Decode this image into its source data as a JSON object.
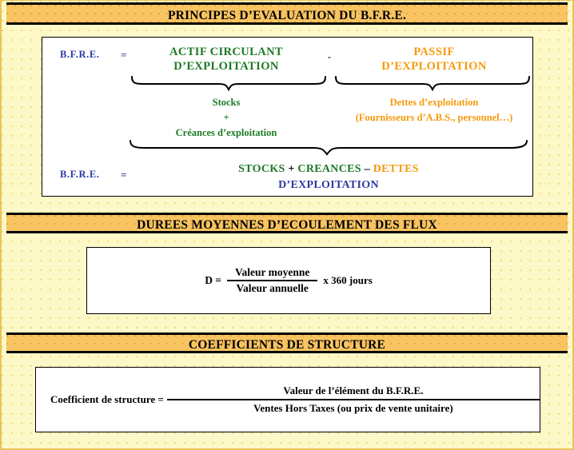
{
  "colors": {
    "band_bg": "#F8C462",
    "page_bg": "#FCF8C8",
    "navy": "#2B3B9E",
    "green": "#1C7A25",
    "orange": "#F59A0B",
    "black": "#000000",
    "panel_bg": "#FFFFFF",
    "border": "#E8C35A"
  },
  "sections": [
    {
      "id": "principes",
      "title": "PRINCIPES D’EVALUATION DU B.F.R.E."
    },
    {
      "id": "durees",
      "title": "DUREES MOYENNES D’ECOULEMENT DES FLUX"
    },
    {
      "id": "coefficients",
      "title": "COEFFICIENTS DE STRUCTURE"
    }
  ],
  "diagram": {
    "row1": {
      "label": "B.F.R.E.",
      "equals": "=",
      "left_term_line1": "ACTIF CIRCULANT",
      "left_term_line2": "D’EXPLOITATION",
      "operator": "-",
      "right_term_line1": "PASSIF",
      "right_term_line2": "D’EXPLOITATION"
    },
    "row2": {
      "left_detail_line1": "Stocks",
      "left_detail_line2": "+",
      "left_detail_line3": "Créances d’exploitation",
      "right_detail_line1": "Dettes d’exploitation",
      "right_detail_line2": "(Fournisseurs d’A.B.S., personnel…)"
    },
    "row3": {
      "label": "B.F.R.E.",
      "equals": "=",
      "part_stocks": "STOCKS",
      "part_plus": " + ",
      "part_creances": "CREANCES",
      "part_minus": " – ",
      "part_dettes": "DETTES",
      "line2": "D’EXPLOITATION"
    }
  },
  "formula_durees": {
    "lhs": "D =",
    "numerator": "Valeur moyenne",
    "denominator": "Valeur annuelle",
    "suffix": "x 360 jours"
  },
  "formula_coefficients": {
    "lhs": "Coefficient de structure  =",
    "numerator": "Valeur de l’élément du B.F.R.E.",
    "denominator": "Ventes Hors Taxes (ou prix de vente unitaire)"
  }
}
